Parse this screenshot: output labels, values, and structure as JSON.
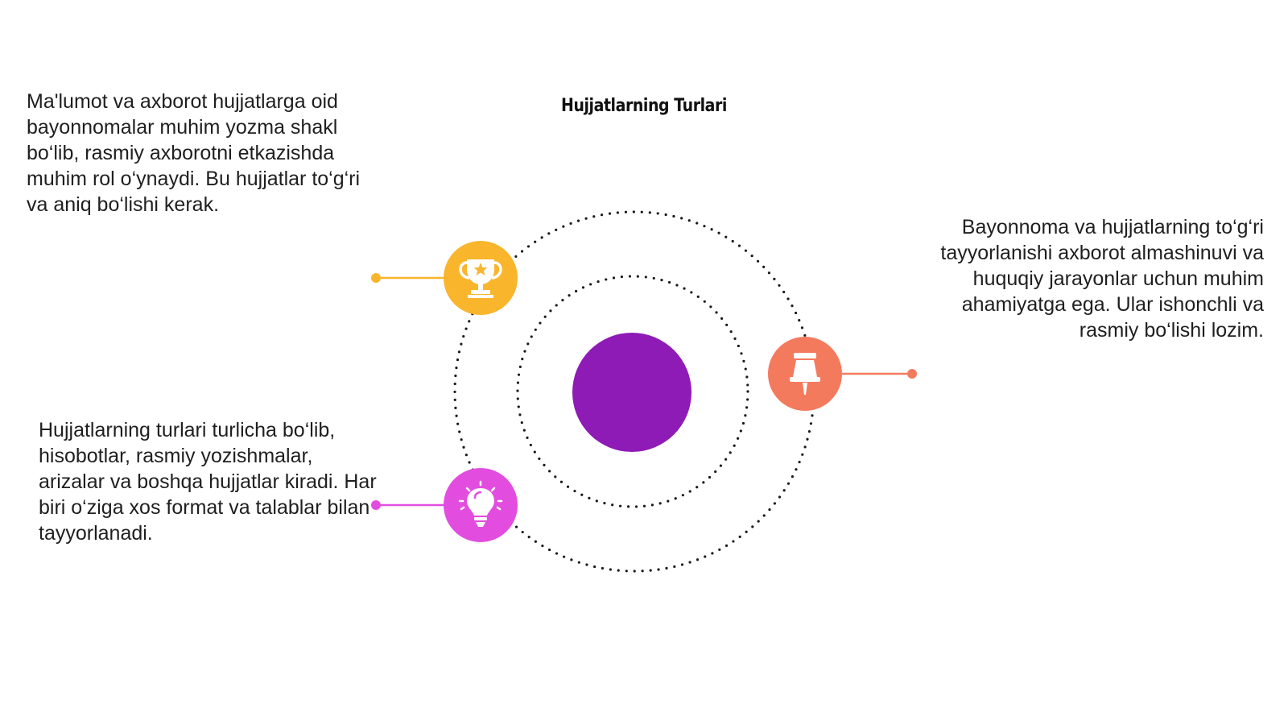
{
  "title": "Hujjatlarning Turlari",
  "colors": {
    "center": "#8e1bb5",
    "trophy": "#f9b52c",
    "pin": "#f47a5e",
    "bulb": "#e24de0",
    "ring": "#1a1a1a"
  },
  "items": [
    {
      "icon": "trophy-icon",
      "text": "Ma'lumot va axborot hujjatlarga oid bayonnomalar muhim yozma shakl bo‘lib, rasmiy axborotni etkazishda muhim rol o‘ynaydi. Bu hujjatlar to‘g‘ri va aniq bo‘lishi kerak."
    },
    {
      "icon": "pushpin-icon",
      "text": "Bayonnoma va hujjatlarning to‘g‘ri tayyorlanishi axborot almashinuvi va huquqiy jarayonlar uchun muhim ahamiyatga ega. Ular ishonchli va rasmiy bo‘lishi lozim."
    },
    {
      "icon": "lightbulb-icon",
      "text": "Hujjatlarning turlari turlicha bo‘lib, hisobotlar, rasmiy yozishmalar, arizalar va boshqa hujjatlar kiradi. Har biri o‘ziga xos format va talablar bilan tayyorlanadi."
    }
  ]
}
